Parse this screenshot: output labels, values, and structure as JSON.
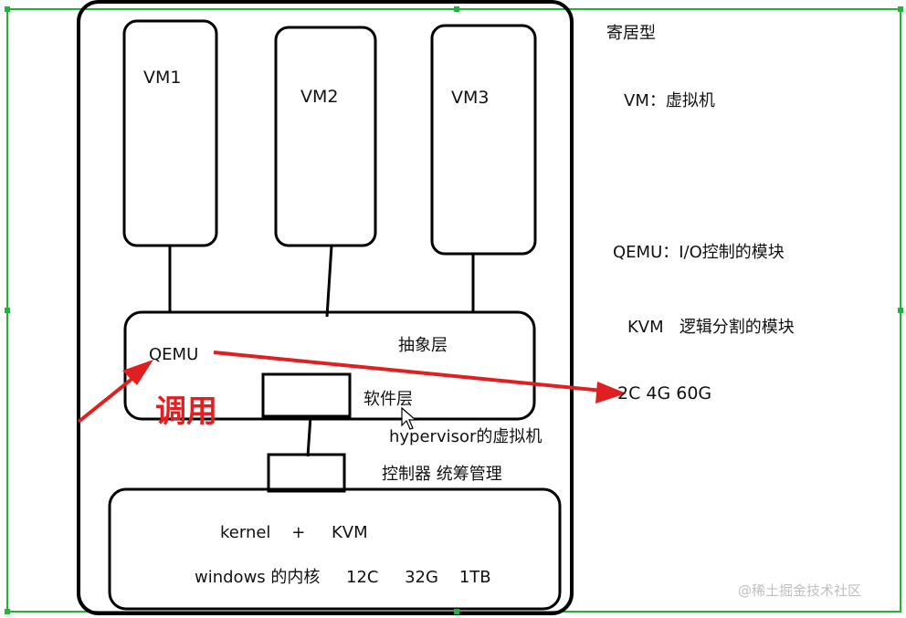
{
  "diagram": {
    "vm1_label": "VM1",
    "vm2_label": "VM2",
    "vm3_label": "VM3",
    "qemu_label": "QEMU",
    "abstraction_layer_label": "抽象层",
    "software_layer_label": "软件层",
    "call_label": "调用",
    "hypervisor_label": "hypervisor的虚拟机",
    "controller_label": "控制器 统筹管理",
    "kernel_line": "kernel    +     KVM",
    "windows_line": "windows 的内核     12C     32G    1TB",
    "result_label": "2C 4G 60G"
  },
  "notes": {
    "type_label": "寄居型",
    "vm_note": "VM：虚拟机",
    "qemu_note": "QEMU：I/O控制的模块",
    "kvm_note": "KVM   逻辑分割的模块"
  },
  "watermark": "@稀土掘金技术社区",
  "colors": {
    "stroke": "#000000",
    "arrow": "#e02020",
    "selection": "#22b33a"
  }
}
